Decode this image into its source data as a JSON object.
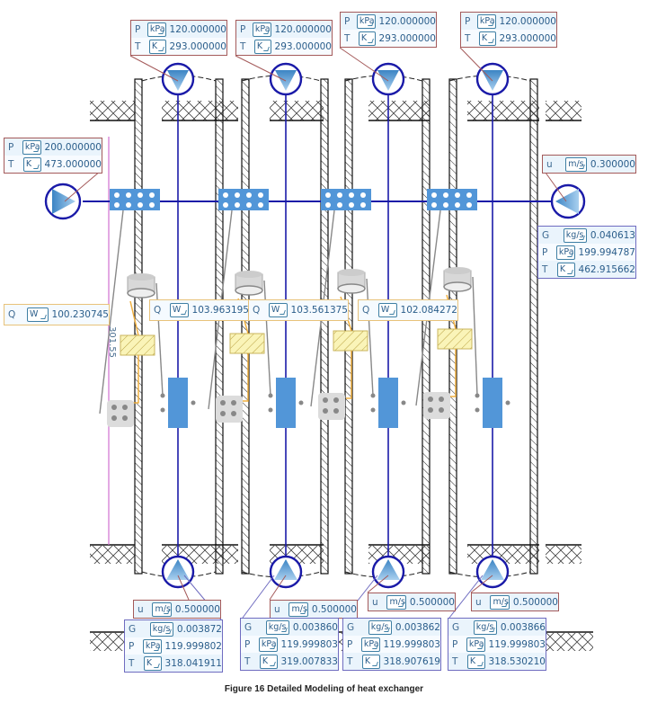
{
  "caption": "Figure 16 Detailed Modeling of heat exchanger",
  "side_label": "301.55",
  "inlet": {
    "rows": [
      {
        "label": "P",
        "unit": "kPa",
        "value": "200.000000"
      },
      {
        "label": "T",
        "unit": "K",
        "value": "473.000000"
      }
    ]
  },
  "outlet_velocity": {
    "rows": [
      {
        "label": "u",
        "unit": "m/s",
        "value": "0.300000"
      }
    ]
  },
  "outlet_results": {
    "rows": [
      {
        "label": "G",
        "unit": "kg/s",
        "value": "0.040613"
      },
      {
        "label": "P",
        "unit": "kPa",
        "value": "199.994787"
      },
      {
        "label": "T",
        "unit": "K",
        "value": "462.915662"
      }
    ]
  },
  "columns": [
    {
      "top": {
        "rows": [
          {
            "label": "P",
            "unit": "kPa",
            "value": "120.000000"
          },
          {
            "label": "T",
            "unit": "K",
            "value": "293.000000"
          }
        ]
      },
      "heat": {
        "label": "Q",
        "unit": "W",
        "value": "100.230745"
      },
      "bottom_velocity": {
        "label": "u",
        "unit": "m/s",
        "value": "0.500000"
      },
      "bottom": {
        "rows": [
          {
            "label": "G",
            "unit": "kg/s",
            "value": "0.003872"
          },
          {
            "label": "P",
            "unit": "kPa",
            "value": "119.999802"
          },
          {
            "label": "T",
            "unit": "K",
            "value": "318.041911"
          }
        ]
      }
    },
    {
      "top": {
        "rows": [
          {
            "label": "P",
            "unit": "kPa",
            "value": "120.000000"
          },
          {
            "label": "T",
            "unit": "K",
            "value": "293.000000"
          }
        ]
      },
      "heat": {
        "label": "Q",
        "unit": "W",
        "value": "103.963195"
      },
      "bottom_velocity": {
        "label": "u",
        "unit": "m/s",
        "value": "0.500000"
      },
      "bottom": {
        "rows": [
          {
            "label": "G",
            "unit": "kg/s",
            "value": "0.003860"
          },
          {
            "label": "P",
            "unit": "kPa",
            "value": "119.999803"
          },
          {
            "label": "T",
            "unit": "K",
            "value": "319.007833"
          }
        ]
      }
    },
    {
      "top": {
        "rows": [
          {
            "label": "P",
            "unit": "kPa",
            "value": "120.000000"
          },
          {
            "label": "T",
            "unit": "K",
            "value": "293.000000"
          }
        ]
      },
      "heat": {
        "label": "Q",
        "unit": "W",
        "value": "103.561375"
      },
      "bottom_velocity": {
        "label": "u",
        "unit": "m/s",
        "value": "0.500000"
      },
      "bottom": {
        "rows": [
          {
            "label": "G",
            "unit": "kg/s",
            "value": "0.003862"
          },
          {
            "label": "P",
            "unit": "kPa",
            "value": "119.999803"
          },
          {
            "label": "T",
            "unit": "K",
            "value": "318.907619"
          }
        ]
      }
    },
    {
      "top": {
        "rows": [
          {
            "label": "P",
            "unit": "kPa",
            "value": "120.000000"
          },
          {
            "label": "T",
            "unit": "K",
            "value": "293.000000"
          }
        ]
      },
      "heat": {
        "label": "Q",
        "unit": "W",
        "value": "102.084272"
      },
      "bottom_velocity": {
        "label": "u",
        "unit": "m/s",
        "value": "0.500000"
      },
      "bottom": {
        "rows": [
          {
            "label": "G",
            "unit": "kg/s",
            "value": "0.003866"
          },
          {
            "label": "P",
            "unit": "kPa",
            "value": "119.999803"
          },
          {
            "label": "T",
            "unit": "K",
            "value": "318.530210"
          }
        ]
      }
    }
  ]
}
